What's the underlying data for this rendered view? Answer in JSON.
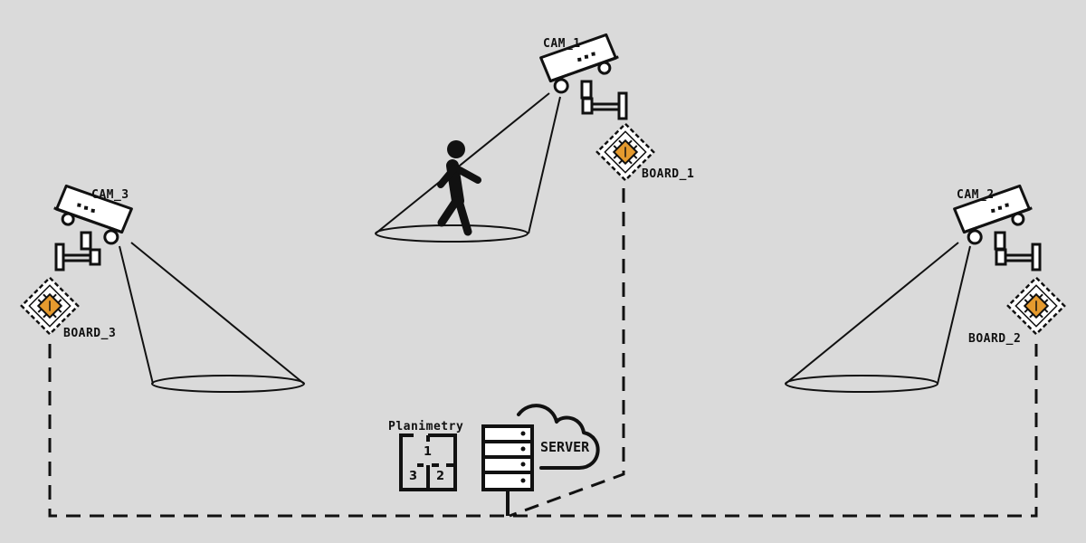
{
  "labels": {
    "cam_1": "CAM_1",
    "cam_2": "CAM_2",
    "cam_3": "CAM_3",
    "board_1": "BOARD_1",
    "board_2": "BOARD_2",
    "board_3": "BOARD_3",
    "planimetry": "Planimetry",
    "server": "SERVER"
  },
  "rooms": [
    "1",
    "2",
    "3"
  ],
  "icons": {
    "camera": "cctv-camera-icon",
    "board": "circuit-board-icon",
    "person": "walking-person-icon",
    "server": "server-rack-icon",
    "cloud": "cloud-icon",
    "floorplan": "floor-plan-icon"
  },
  "colors": {
    "background": "#dadada",
    "line": "#111111",
    "chip": "#e59a2e"
  }
}
